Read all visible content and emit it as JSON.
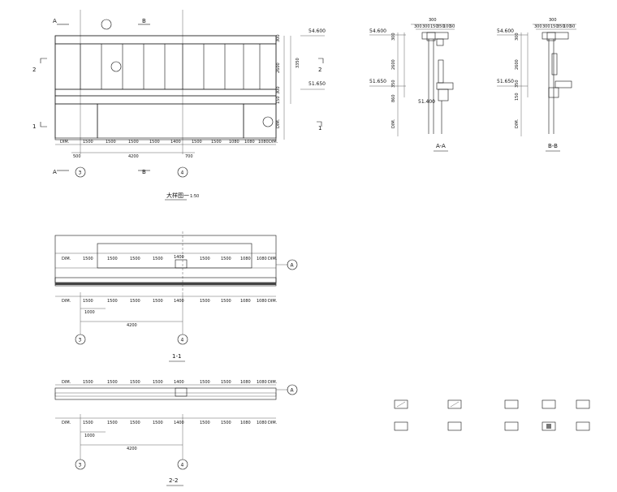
{
  "elevation": {
    "section_a_tag": "A",
    "section_b_tag": "B",
    "section_1_tag": "1",
    "section_2_tag": "2",
    "right_dims": [
      "300",
      "2600",
      "300",
      "150",
      "DIM."
    ],
    "right_total": "3350",
    "level_top": "54.600",
    "level_mid": "51.650",
    "bottom_dims": [
      "DIM.",
      "1500",
      "1500",
      "1500",
      "1500",
      "1400",
      "1500",
      "1500",
      "1080",
      "1080",
      "1080",
      "DIM."
    ],
    "bottom_dims2": [
      "500",
      "4200",
      "700"
    ],
    "axis_left": "3",
    "axis_right": "4",
    "title": "大样图一",
    "scale": "1:50"
  },
  "section_aa": {
    "top_dims": [
      "300",
      "300",
      "150",
      "350",
      "100",
      "50"
    ],
    "top_total": "300",
    "level_top": "54.600",
    "level_mid": "51.650",
    "level_low": "51.400",
    "left_dims": [
      "300",
      "2600",
      "350",
      "860",
      "DIM."
    ],
    "title": "A-A"
  },
  "section_bb": {
    "top_dims": [
      "300",
      "300",
      "150",
      "350",
      "100",
      "50"
    ],
    "top_total": "300",
    "level_top": "54.600",
    "level_mid": "51.650",
    "left_dims": [
      "300",
      "2600",
      "350",
      "150",
      "DIM."
    ],
    "title": "B-B"
  },
  "plan_1": {
    "dims": [
      "DIM.",
      "1500",
      "1500",
      "1500",
      "1500",
      "1400",
      "1500",
      "1500",
      "1080",
      "1080",
      "DIM."
    ],
    "dims_bottom": [
      "DIM.",
      "1500",
      "1500",
      "1500",
      "1500",
      "1400",
      "1500",
      "1500",
      "1080",
      "1080",
      "DIM."
    ],
    "sub_dim": "1000",
    "total_dim": "4200",
    "axis_tag": "A",
    "axis_left": "3",
    "axis_right": "4",
    "title": "1-1"
  },
  "plan_2": {
    "dims": [
      "DIM.",
      "1500",
      "1500",
      "1500",
      "1500",
      "1400",
      "1500",
      "1500",
      "1080",
      "1080",
      "DIM."
    ],
    "dims_bottom": [
      "DIM.",
      "1500",
      "1500",
      "1500",
      "1500",
      "1400",
      "1500",
      "1500",
      "1080",
      "1080",
      "DIM."
    ],
    "sub_dim": "1000",
    "total_dim": "4200",
    "axis_tag": "A",
    "axis_left": "3",
    "axis_right": "4",
    "title": "2-2"
  }
}
